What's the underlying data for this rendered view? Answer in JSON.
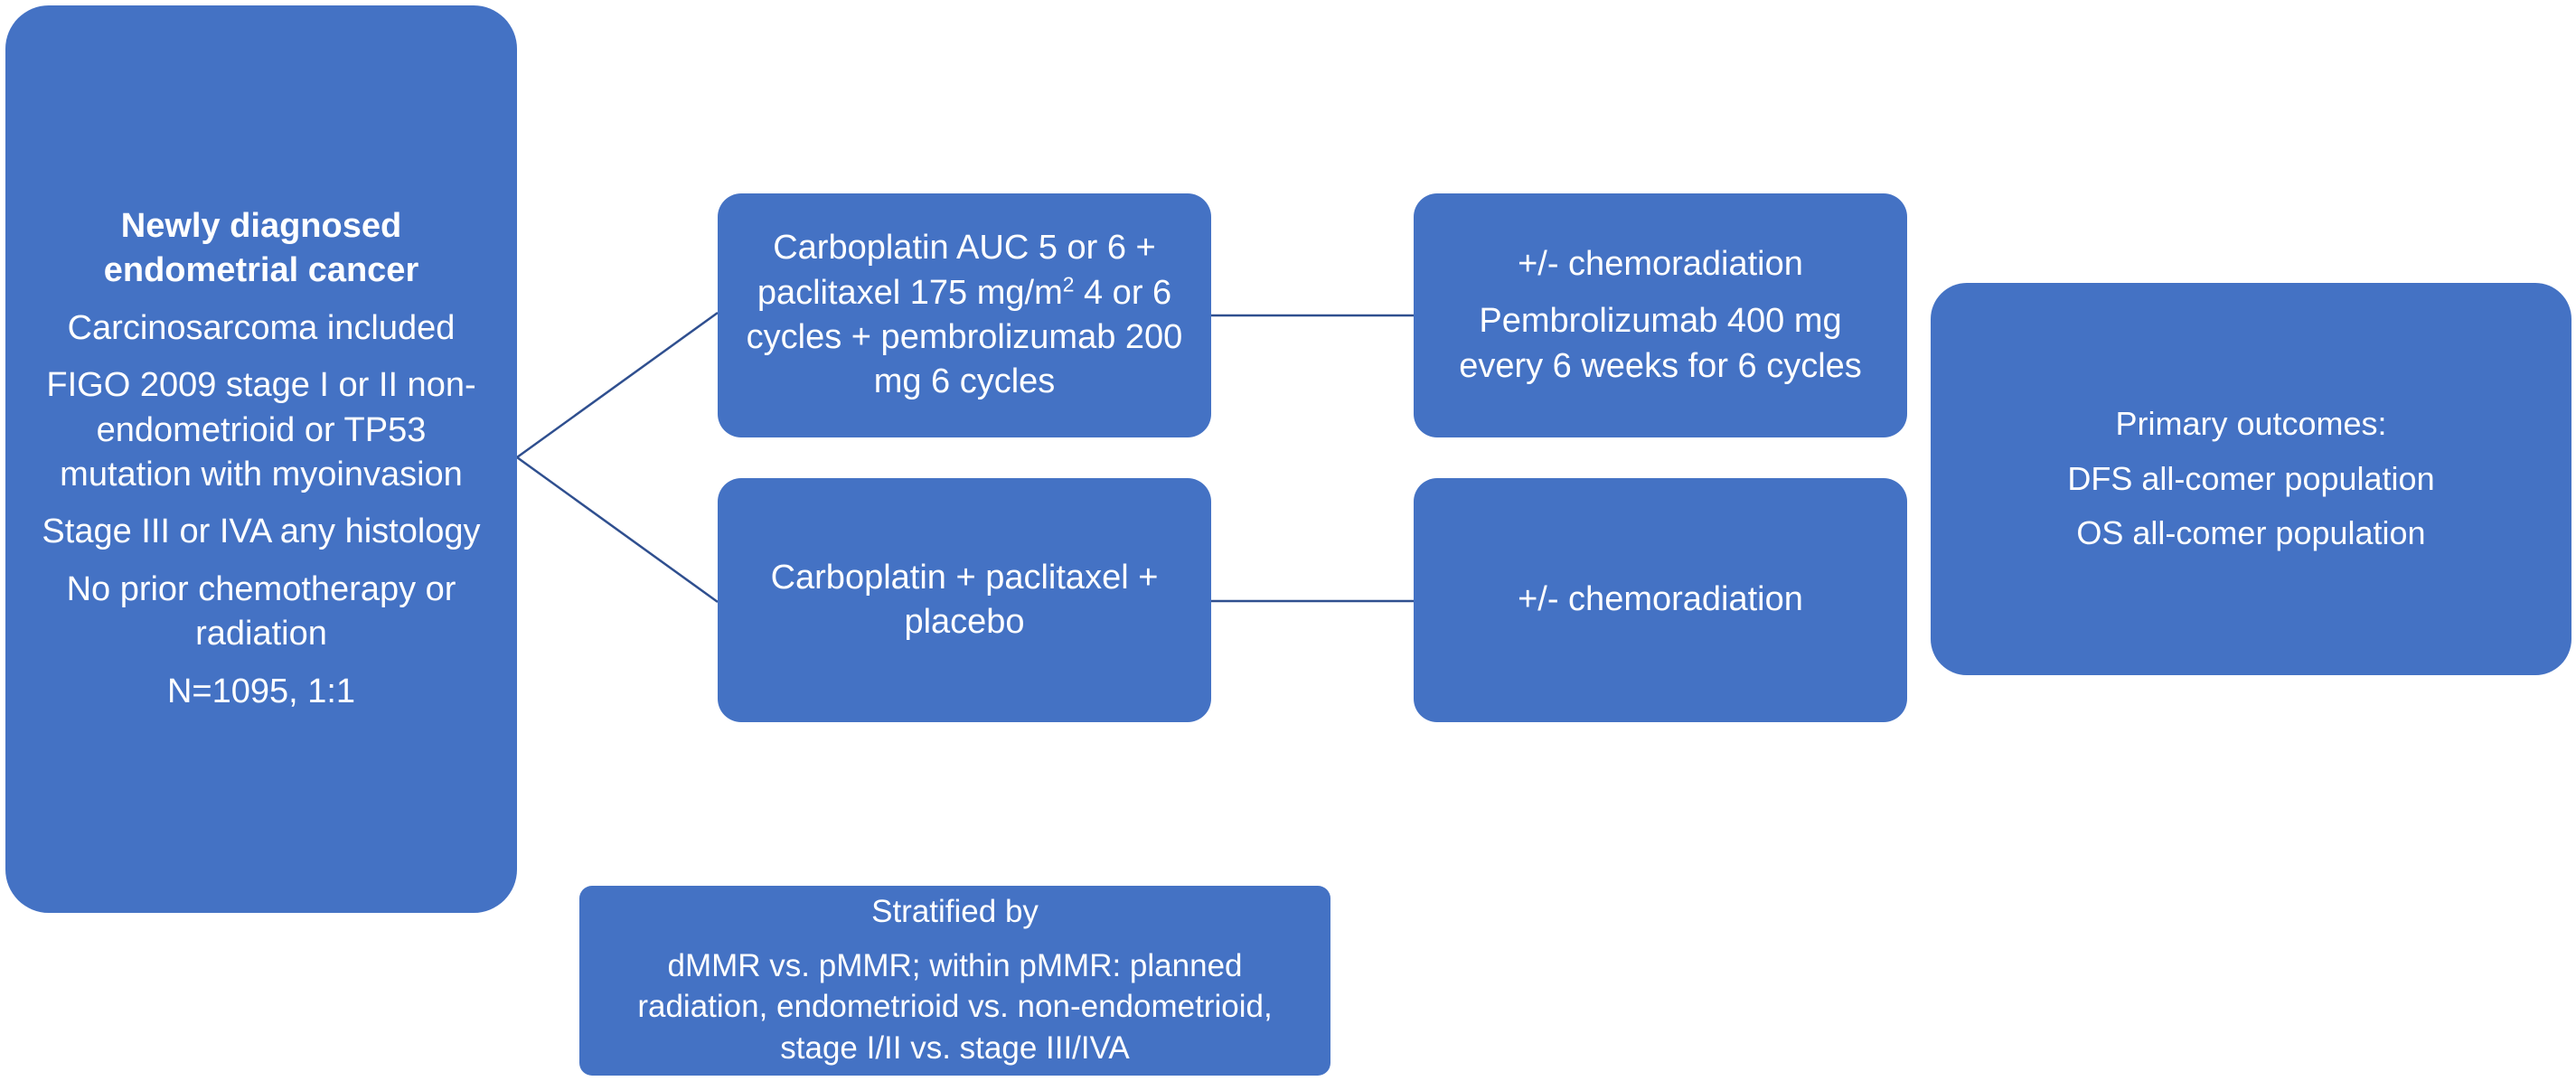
{
  "population": {
    "title_line1": "Newly diagnosed",
    "title_line2": "endometrial cancer",
    "item1": "Carcinosarcoma included",
    "item2_line1": "FIGO 2009 stage I or II non-",
    "item2_line2": "endometrioid or TP53",
    "item2_line3": "mutation with myoinvasion",
    "item3": "Stage III or IVA any histology",
    "item4_line1": "No prior chemotherapy or",
    "item4_line2": "radiation",
    "item5": "N=1095, 1:1"
  },
  "arm1": {
    "line1": "Carboplatin AUC 5 or 6 +",
    "line2_pre": "paclitaxel 175 mg/m",
    "line2_sup": "2",
    "line2_post": " 4 or 6",
    "line3": "cycles + pembrolizumab 200",
    "line4": "mg 6 cycles"
  },
  "arm2": {
    "line1": "Carboplatin + paclitaxel +",
    "line2": "placebo"
  },
  "after1": {
    "line1": "+/- chemoradiation",
    "line2": "Pembrolizumab 400 mg",
    "line3": "every 6 weeks for 6 cycles"
  },
  "after2": {
    "line1": "+/- chemoradiation"
  },
  "outcomes": {
    "title": "Primary outcomes:",
    "item1": "DFS all-comer population",
    "item2": "OS all-comer population"
  },
  "stratification": {
    "title": "Stratified by",
    "line1": "dMMR vs. pMMR;  within pMMR: planned",
    "line2": "radiation, endometrioid vs. non-endometrioid,",
    "line3": "stage I/II vs. stage III/IVA"
  },
  "colors": {
    "box_fill": "#4472c4",
    "connector": "#2f4f8f",
    "text": "#ffffff"
  }
}
